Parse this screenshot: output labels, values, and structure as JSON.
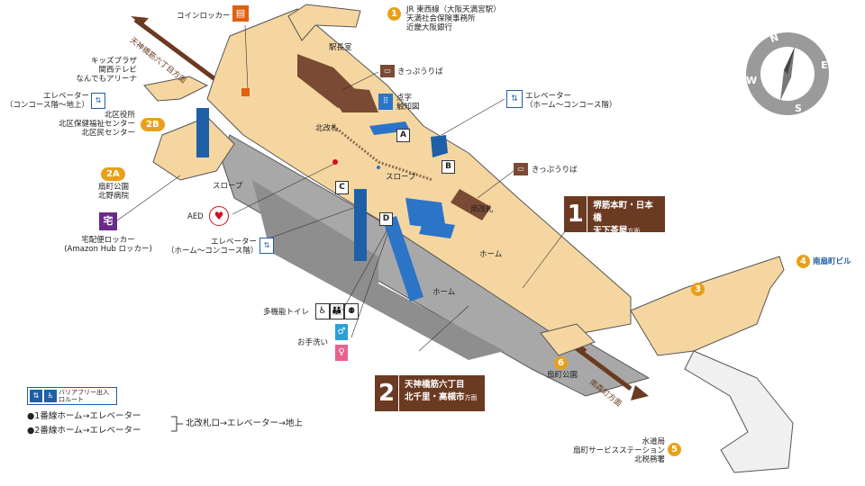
{
  "directions": {
    "north": "天神橋筋六丁目方面",
    "south": "南森町方面"
  },
  "facilities": {
    "coin_locker": "コインロッカー",
    "station_office": "駅長室",
    "ticket_1": "きっぷうりば",
    "ticket_2": "きっぷうりば",
    "tactile_map": [
      "点字",
      "触知図"
    ],
    "elevator_home": [
      "エレベーター",
      "（ホーム～コンコース階）"
    ],
    "elevator_ground": [
      "エレベーター",
      "（コンコース階～地上）"
    ],
    "elevator_home2": [
      "エレベーター",
      "（ホーム～コンコース階）"
    ],
    "north_gate": "北改札",
    "south_gate": "南改札",
    "slope_1": "スロープ",
    "slope_2": "スロープ",
    "platform_1": "ホーム",
    "platform_2": "ホーム",
    "aed": "AED",
    "locker_parcel": [
      "宅配便ロッカー",
      "(Amazon Hub ロッカー)"
    ],
    "locker_icon_char": "宅",
    "toilet_multi": "多機能トイレ",
    "washroom": "お手洗い"
  },
  "letters": [
    "A",
    "B",
    "C",
    "D"
  ],
  "exits": {
    "e1": {
      "num": "1",
      "lines": [
        "JR 東西線（大阪天満宮駅）",
        "天満社会保険事務所",
        "近畿大阪銀行"
      ]
    },
    "e2a": {
      "num": "2A",
      "lines": [
        "扇町公園",
        "北野病院"
      ]
    },
    "e2b": {
      "num": "2B",
      "lines": [
        "北区役所",
        "北区保健福祉センター",
        "北区民センター"
      ]
    },
    "e2b_upper": [
      "キッズプラザ",
      "関西テレビ",
      "なんでもアリーナ"
    ],
    "e3": {
      "num": "3"
    },
    "e4": {
      "num": "4",
      "label": "南扇町ビル"
    },
    "e5": {
      "num": "5",
      "lines": [
        "水道局",
        "扇町サービスステーション",
        "北税務署"
      ]
    },
    "e6": {
      "num": "6",
      "label": "扇町公園"
    }
  },
  "platforms": {
    "p1": {
      "num": "1",
      "line1": "堺筋本町・日本橋",
      "line2": "天下茶屋",
      "suffix": "方面"
    },
    "p2": {
      "num": "2",
      "line1": "天神橋筋六丁目",
      "line2": "北千里・高槻市",
      "suffix": "方面"
    }
  },
  "legend": {
    "title": "バリアフリー出入口ルート",
    "route1": "●1番線ホーム→エレベーター",
    "route2": "●2番線ホーム→エレベーター",
    "joined": "北改札口→エレベーター→地上"
  },
  "compass": [
    "N",
    "E",
    "S",
    "W"
  ],
  "colors": {
    "concourse": "#f5d6a0",
    "platform_gray": "#a8a8a8",
    "track_brown": "#6b3a22",
    "accent_orange": "#e8a01a",
    "elevator_blue": "#1f5fa8"
  }
}
